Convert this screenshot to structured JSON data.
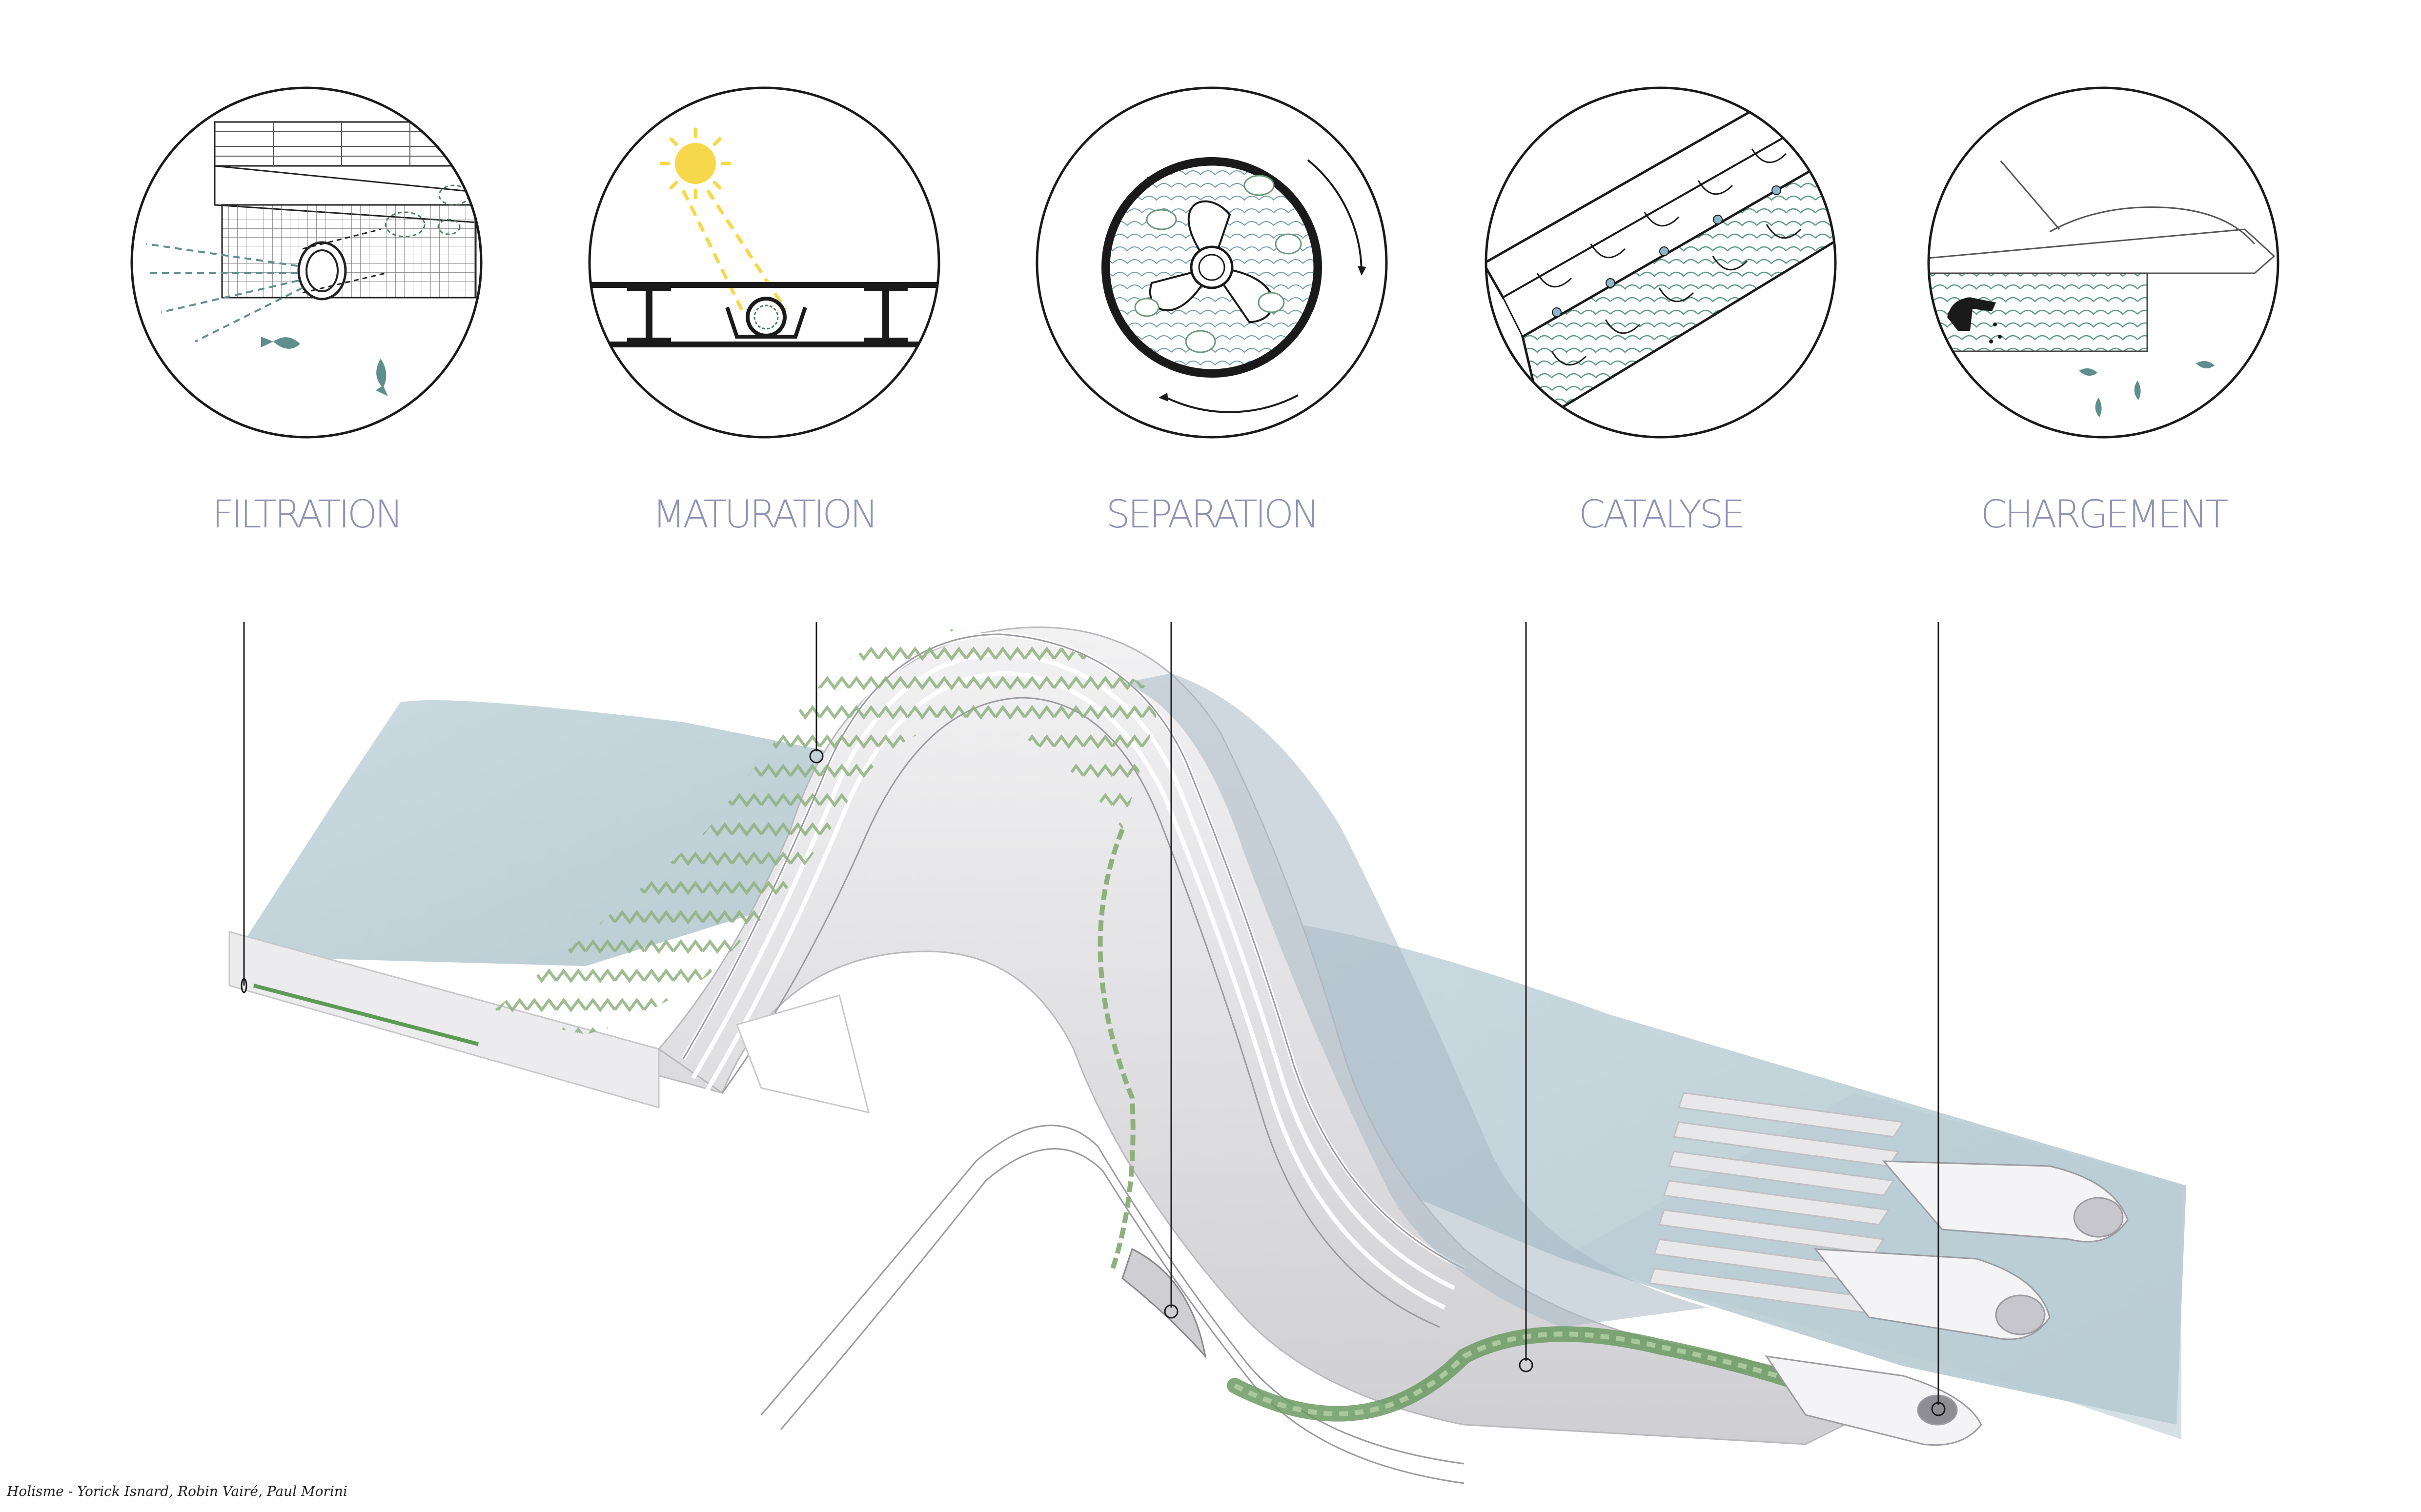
{
  "stages": [
    {
      "label": "FILTRATION",
      "icon": "filtration-icon"
    },
    {
      "label": "MATURATION",
      "icon": "maturation-icon"
    },
    {
      "label": "SEPARATION",
      "icon": "separation-icon"
    },
    {
      "label": "CATALYSE",
      "icon": "catalyse-icon"
    },
    {
      "label": "CHARGEMENT",
      "icon": "chargement-icon"
    }
  ],
  "credit": "Holisme - Yorick Isnard, Robin Vairé, Paul Morini",
  "colors": {
    "label": "#8e92b6",
    "line": "#1a1a1a",
    "algae_green": "#6b9a62",
    "water_teal": "#5f8f8c",
    "sun_yellow": "#f6d84a",
    "sea": "#c9d8dc",
    "structure": "#e4e4e6"
  }
}
